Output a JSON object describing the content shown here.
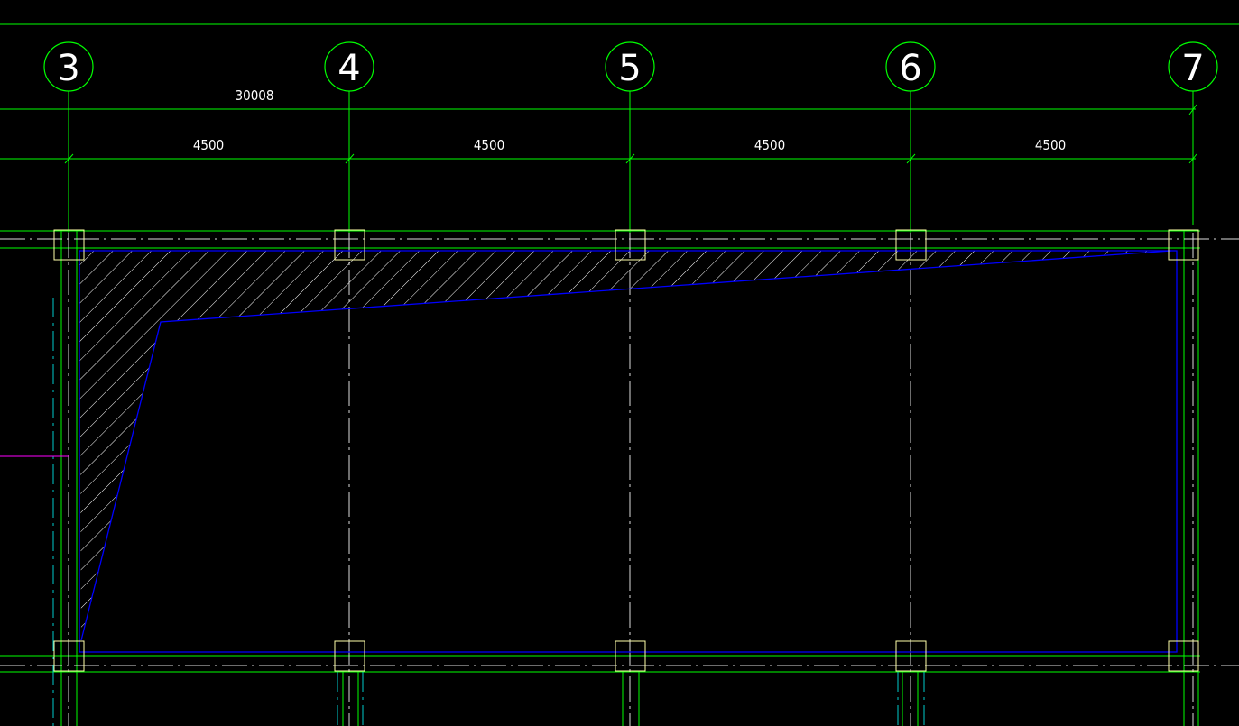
{
  "drawing": {
    "axes": [
      {
        "label": "3"
      },
      {
        "label": "4"
      },
      {
        "label": "5"
      },
      {
        "label": "6"
      },
      {
        "label": "7"
      }
    ],
    "overall_dimension": "30008",
    "bay_dimensions": [
      "4500",
      "4500",
      "4500",
      "4500"
    ],
    "colors": {
      "background": "#000000",
      "grid_lines": "#00ff00",
      "column_outline": "#ffffaa",
      "slab_outline": "#0000ff",
      "hatch": "#ffffff",
      "axis_bubble": "#00ff00",
      "axis_text": "#ffffff",
      "center_line": "#dddddd",
      "marker_line": "#ff00ff",
      "cyan_line": "#00cccc"
    }
  }
}
